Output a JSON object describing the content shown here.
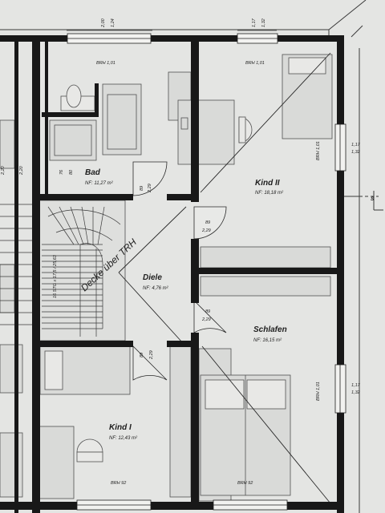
{
  "rooms": {
    "bad": {
      "name": "Bad",
      "area": "NF: 11,27 m²"
    },
    "kind2": {
      "name": "Kind II",
      "area": "NF: 18,18 m²"
    },
    "diele": {
      "name": "Diele",
      "area": "NF: 4,76 m²"
    },
    "schlafen": {
      "name": "Schlafen",
      "area": "NF: 16,15 m²"
    },
    "kind1": {
      "name": "Kind I",
      "area": "NF: 12,43 m²"
    }
  },
  "annotations": {
    "decke": "Decke über TRH",
    "stair": "16 STG x 17,5 / 25,63",
    "section_mark": "S"
  },
  "window_labels": {
    "top_mid": "BRH 1,01",
    "top_right": "BRH 1,01",
    "right_upper": "BRH 1,01",
    "right_lower": "BRH 1,01",
    "bottom_mid": "BRH 92",
    "bottom_right": "BRH 92"
  },
  "dimensions": {
    "top_left_a": "2,00",
    "top_left_b": "1,24",
    "top_right_a": "1,17",
    "top_right_b": "1,32",
    "right_upper_a": "1,17",
    "right_upper_b": "1,32",
    "right_lower_a": "1,17",
    "right_lower_b": "1,32",
    "left_a": "2,20",
    "left_b": "2,20",
    "bad_76": "76",
    "bad_80": "80",
    "door_bad_a": "89",
    "door_bad_b": "2,29",
    "door_kind2_a": "89",
    "door_kind2_b": "2,29",
    "door_schlafen_a": "89",
    "door_schlafen_b": "2,29",
    "door_kind1_a": "89",
    "door_kind1_b": "2,29"
  }
}
